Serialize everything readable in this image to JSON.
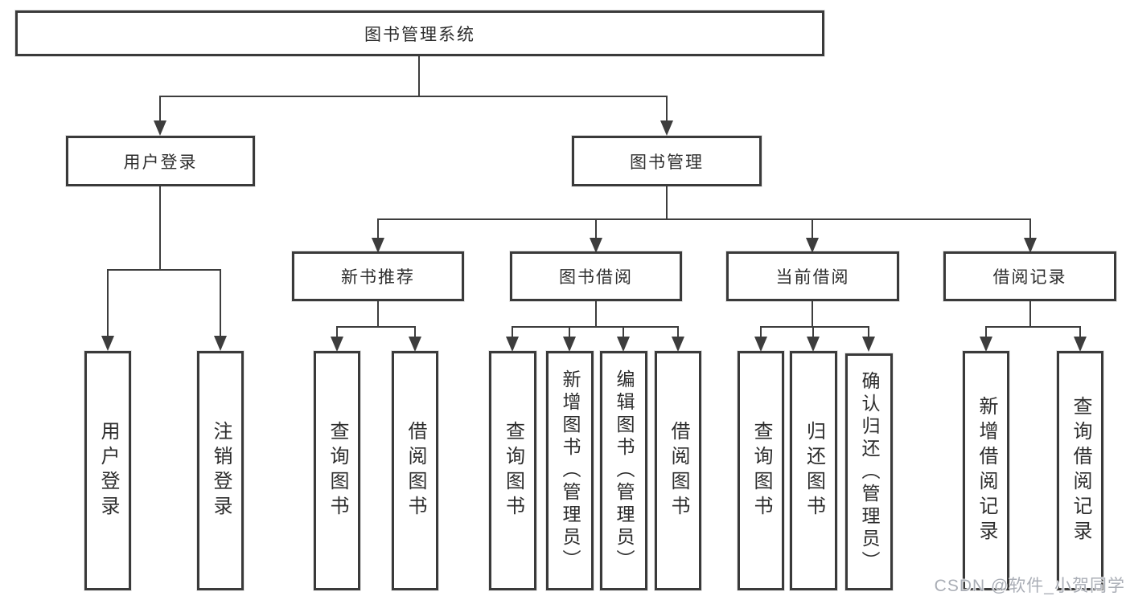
{
  "diagram_title": "图书管理系统",
  "tree": {
    "root": {
      "label": "图书管理系统"
    },
    "branches": [
      {
        "label": "用户登录",
        "children": [
          {
            "label": "用户登录"
          },
          {
            "label": "注销登录"
          }
        ]
      },
      {
        "label": "图书管理",
        "children": [
          {
            "label": "新书推荐",
            "children": [
              {
                "label": "查询图书"
              },
              {
                "label": "借阅图书"
              }
            ]
          },
          {
            "label": "图书借阅",
            "children": [
              {
                "label": "查询图书"
              },
              {
                "label": "新增图书（管理员）"
              },
              {
                "label": "编辑图书（管理员）"
              },
              {
                "label": "借阅图书"
              }
            ]
          },
          {
            "label": "当前借阅",
            "children": [
              {
                "label": "查询图书"
              },
              {
                "label": "归还图书"
              },
              {
                "label": "确认归还（管理员）"
              }
            ]
          },
          {
            "label": "借阅记录",
            "children": [
              {
                "label": "新增借阅记录"
              },
              {
                "label": "查询借阅记录"
              }
            ]
          }
        ]
      }
    ]
  },
  "watermark": {
    "text": "CSDN @软件_小贺同学",
    "color": "#a5aab2"
  },
  "colors": {
    "line": "#3d3d3d",
    "box_border": "#3a3a3a",
    "box_fill": "#ffffff",
    "text": "#2d2d2d",
    "background": "#ffffff"
  }
}
